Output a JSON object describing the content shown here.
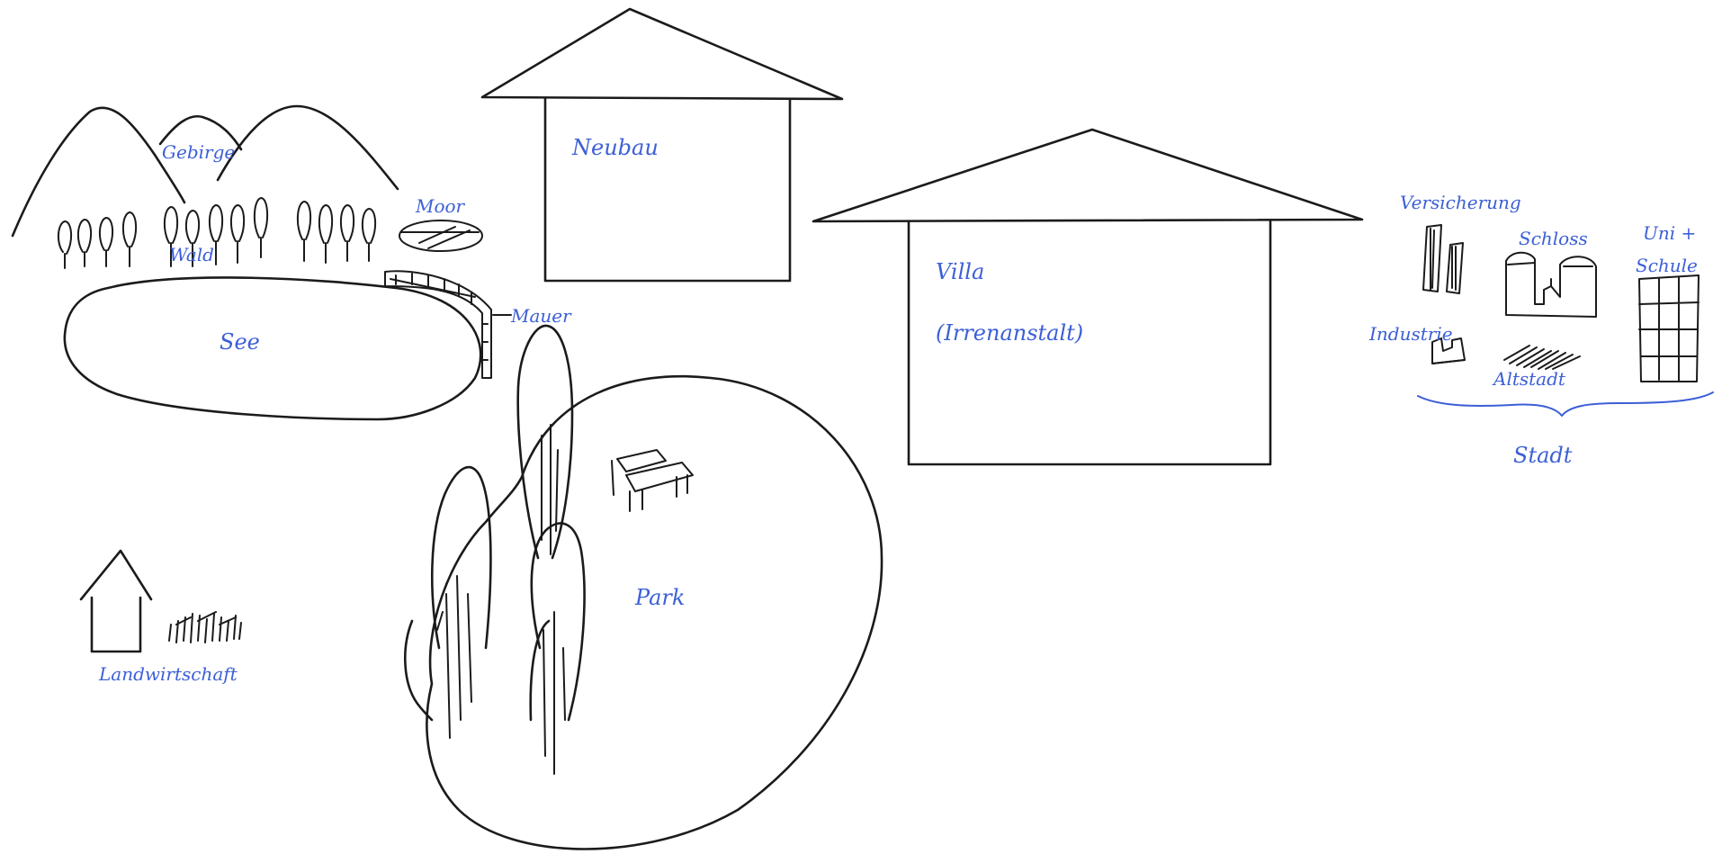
{
  "sketch": {
    "ink_color": "#1b1b1b",
    "label_color": "#3c5fd6",
    "labels": {
      "gebirge": "Gebirge",
      "wald": "Wald",
      "moor": "Moor",
      "mauer": "Mauer",
      "see": "See",
      "neubau": "Neubau",
      "villa": "Villa",
      "irrenanstalt": "(Irrenanstalt)",
      "park": "Park",
      "landwirtschaft": "Landwirtschaft",
      "versicherung": "Versicherung",
      "schloss": "Schloss",
      "uni": "Uni +",
      "schule": "Schule",
      "industrie": "Industrie",
      "altstadt": "Altstadt",
      "stadt": "Stadt"
    }
  }
}
